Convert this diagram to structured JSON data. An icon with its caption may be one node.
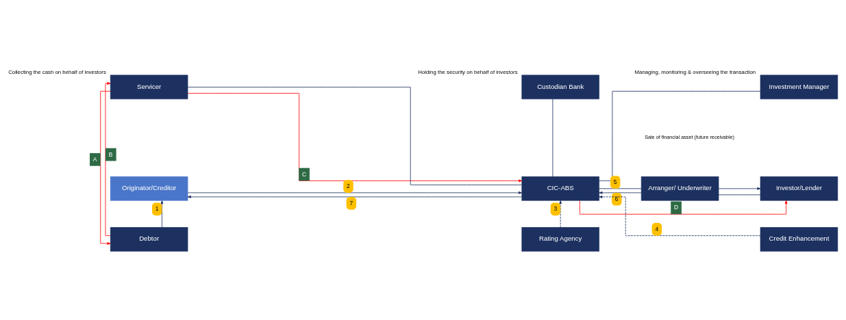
{
  "diagram": {
    "nodes": [
      {
        "text": [
          "Servicer"
        ],
        "beside": [
          "Collecting the cash on behalf of investors"
        ]
      },
      {
        "text": [
          "Custodian Bank"
        ],
        "beside": [
          "Holding the security on behalf of investors"
        ]
      },
      {
        "text": [
          "Investment Manager"
        ],
        "beside": [
          "Managing, monitoring & overseeing the transaction"
        ]
      },
      {
        "text": [
          "Originator/Creditor"
        ]
      },
      {
        "text": [
          "CIC-ABS"
        ]
      },
      {
        "text": [
          "Arranger/ Underwriter"
        ]
      },
      {
        "text": [
          "Investor/Lender"
        ]
      },
      {
        "text": [
          "Debtor"
        ]
      },
      {
        "text": [
          "Rating Agency"
        ]
      },
      {
        "text": [
          "Credit Enhancement"
        ]
      }
    ],
    "edges": [
      {
        "from": 0,
        "to": 7,
        "arrow": "to",
        "label": "A",
        "color": "#ff0000"
      },
      {
        "from": 7,
        "to": 0,
        "arrow": "to",
        "label": "B",
        "color": "#ff0000"
      },
      {
        "from": 0,
        "to": 4,
        "arrow": "to",
        "label": "C",
        "color": "#ff0000"
      },
      {
        "from": 4,
        "to": 6,
        "arrow": "to",
        "label": "D",
        "color": "#ff0000"
      },
      {
        "from": 0,
        "to": 4,
        "arrow": "none"
      },
      {
        "from": 1,
        "to": 4,
        "arrow": "none"
      },
      {
        "from": 2,
        "to": 4,
        "arrow": "none"
      },
      {
        "from": 7,
        "to": 3,
        "arrow": "to",
        "label": "1"
      },
      {
        "from": 3,
        "to": 4,
        "arrow": "to",
        "label": "2"
      },
      {
        "from": 4,
        "to": 3,
        "arrow": "to",
        "label": "7"
      },
      {
        "from": 4,
        "to": 5,
        "arrow": "none",
        "label": "5"
      },
      {
        "from": 5,
        "to": 6,
        "arrow": "to"
      },
      {
        "from": 6,
        "to": 5,
        "arrow": "none"
      },
      {
        "from": 5,
        "to": 4,
        "arrow": "to",
        "label": "6"
      },
      {
        "from": 8,
        "to": 4,
        "arrow": "to",
        "label": "3",
        "style": "dashed"
      },
      {
        "from": 9,
        "to": 4,
        "arrow": "to",
        "label": "4",
        "style": "dashed"
      }
    ],
    "labels": [
      "Sale of financial asset (future receivable)"
    ]
  }
}
